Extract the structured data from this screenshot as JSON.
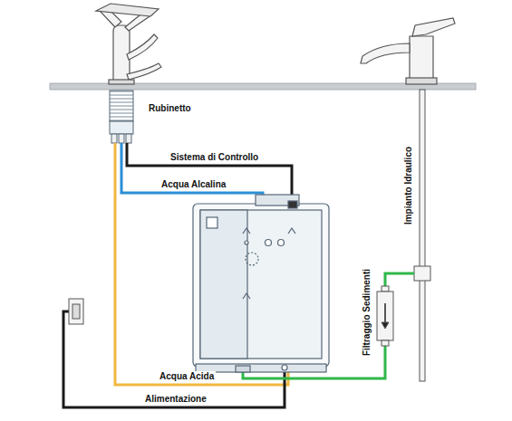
{
  "diagram": {
    "labels": [
      "Rubinetto",
      "Sistema di Controllo",
      "Acqua Alcalina",
      "Impianto Idraulico",
      "Filtraggio Sedimenti",
      "Acqua Acida",
      "Alimentazione"
    ]
  }
}
